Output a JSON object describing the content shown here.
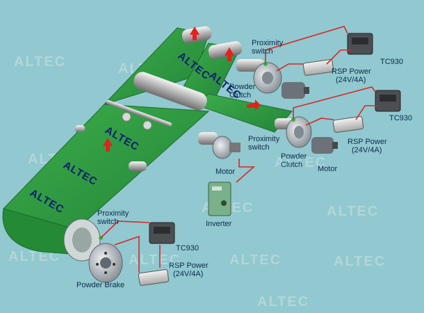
{
  "watermark": "ALTEC",
  "belt_brand": "ALTEC",
  "labels": {
    "proximity_switch": "Proximity\nswitch",
    "powder_clutch": "Powder\nClutch",
    "powder_brake": "Powder Brake",
    "motor": "Motor",
    "inverter": "Inverter",
    "tc930": "TC930",
    "rsp_power": "RSP Power\n(24V/4A)"
  },
  "colors": {
    "background": "#92c8cf",
    "belt": "#2e9a3e",
    "belt_dark": "#1f6e2b",
    "wire": "#d62828",
    "arrow": "#e0241d"
  }
}
